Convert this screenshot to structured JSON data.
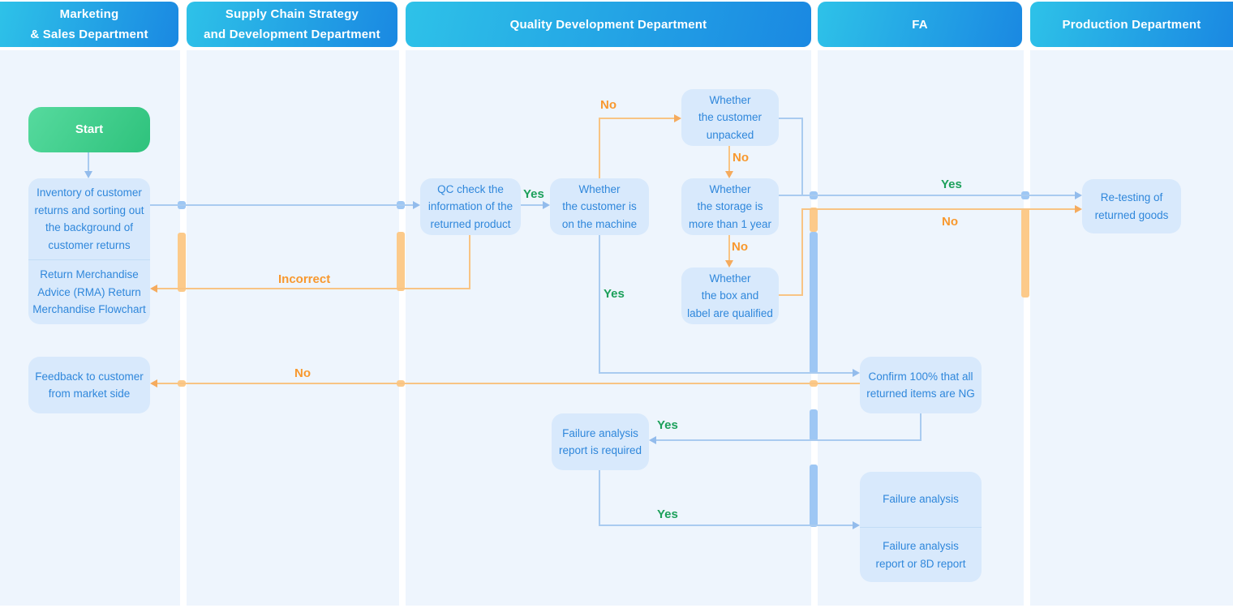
{
  "lanes": [
    {
      "label": "Marketing\n& Sales Department"
    },
    {
      "label": "Supply Chain Strategy\nand Development Department"
    },
    {
      "label": "Quality Development Department"
    },
    {
      "label": "FA"
    },
    {
      "label": "Production Department"
    }
  ],
  "nodes": {
    "start": {
      "label": "Start"
    },
    "inventory": {
      "label": "Inventory of customer\nreturns and sorting out\nthe background of\ncustomer returns"
    },
    "rma": {
      "label": "Return Merchandise\nAdvice (RMA) Return\nMerchandise Flowchart"
    },
    "feedback": {
      "label": "Feedback to customer\nfrom market side"
    },
    "qc_check": {
      "label": "QC check the\ninformation of the\nreturned product"
    },
    "on_machine": {
      "label": "Whether\nthe customer is\non the machine"
    },
    "unpacked": {
      "label": "Whether\nthe customer\nunpacked"
    },
    "storage": {
      "label": "Whether\nthe storage is\nmore than 1 year"
    },
    "box_label": {
      "label": "Whether\nthe box and\nlabel are qualified"
    },
    "confirm_ng": {
      "label": "Confirm 100% that all\nreturned items are NG"
    },
    "fa_required": {
      "label": "Failure analysis\nreport is required"
    },
    "retesting": {
      "label": "Re-testing of\nreturned goods"
    },
    "failure_analysis": {
      "label": "Failure analysis"
    },
    "failure_report": {
      "label": "Failure analysis\nreport or 8D report"
    }
  },
  "edges": [
    {
      "from": "start",
      "to": "inventory",
      "label": ""
    },
    {
      "from": "inventory",
      "to": "qc_check",
      "label": ""
    },
    {
      "from": "qc_check",
      "to": "on_machine",
      "label": "Yes"
    },
    {
      "from": "qc_check",
      "to": "rma",
      "label": "Incorrect"
    },
    {
      "from": "on_machine",
      "to": "unpacked",
      "label": "No"
    },
    {
      "from": "unpacked",
      "to": "storage",
      "label": "No"
    },
    {
      "from": "storage",
      "to": "box_label",
      "label": "No"
    },
    {
      "from": "unpacked",
      "to": "retesting",
      "label": ""
    },
    {
      "from": "storage",
      "to": "retesting",
      "label": "Yes"
    },
    {
      "from": "box_label",
      "to": "retesting",
      "label": "No"
    },
    {
      "from": "on_machine",
      "to": "confirm_ng",
      "label": "Yes"
    },
    {
      "from": "confirm_ng",
      "to": "feedback",
      "label": "No"
    },
    {
      "from": "confirm_ng",
      "to": "fa_required",
      "label": "Yes"
    },
    {
      "from": "fa_required",
      "to": "failure_analysis",
      "label": "Yes"
    }
  ],
  "colors": {
    "canvas_bg": "#ffffff",
    "lane_bg": "#eef5fd",
    "header_grad_start": "#2ec2e8",
    "header_grad_end": "#1a88e2",
    "node_bg": "#d8e9fc",
    "node_text": "#2f87db",
    "divider": "#c2dcf6",
    "start_grad_start": "#56da9e",
    "start_grad_end": "#2ec27c",
    "line_blue": "#a9cbf0",
    "line_orange": "#f8c484",
    "bar_blue": "#9ec7f4",
    "bar_orange": "#fcca8a",
    "arrow_blue": "#93bcec",
    "arrow_orange": "#f5ab5e",
    "label_yes": "#1ca05a",
    "label_no": "#f8982e"
  }
}
